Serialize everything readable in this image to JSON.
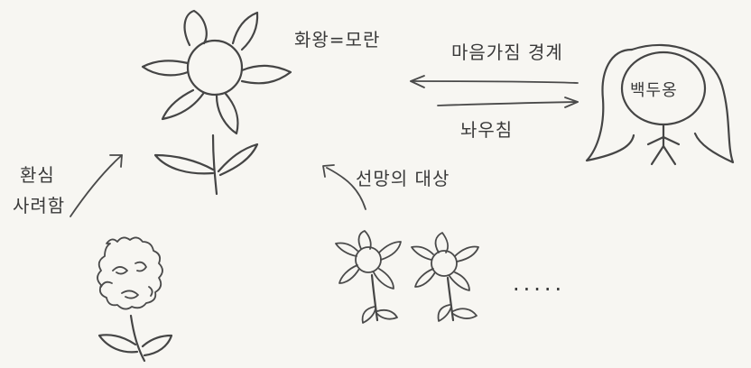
{
  "labels": {
    "king_flower": "화왕=모란",
    "seduce": "마음가짐 경계",
    "advise": "놔우침",
    "baekduong": "백두옹",
    "target": "선망의 대상",
    "tempt_line1": "환심",
    "tempt_line2": "사려함",
    "ellipsis": "....."
  }
}
